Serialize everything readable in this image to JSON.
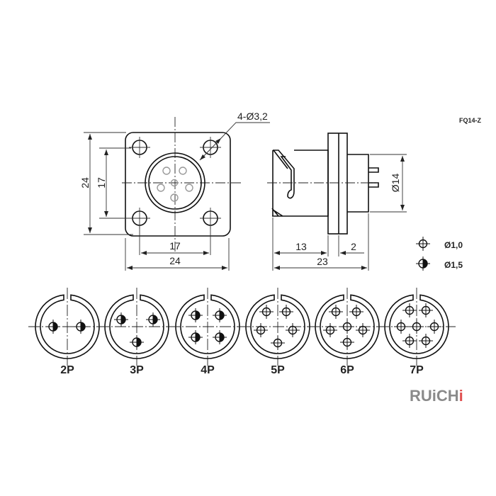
{
  "model_code": "FQ14-Z",
  "front_view": {
    "hole_callout": "4-Ø3,2",
    "dim_outer_vertical": "24",
    "dim_inner_vertical": "17",
    "dim_inner_horizontal": "17",
    "dim_outer_horizontal": "24"
  },
  "side_view": {
    "dim_diameter": "Ø14",
    "dim_front": "13",
    "dim_flange": "2",
    "dim_total": "23"
  },
  "legend": [
    {
      "symbol": "plain-pin-icon",
      "label": "Ø1,0"
    },
    {
      "symbol": "half-filled-pin-icon",
      "label": "Ø1,5"
    }
  ],
  "layouts": [
    {
      "label": "2P",
      "pin_type": "half"
    },
    {
      "label": "3P",
      "pin_type": "half"
    },
    {
      "label": "4P",
      "pin_type": "half"
    },
    {
      "label": "5P",
      "pin_type": "plain"
    },
    {
      "label": "6P",
      "pin_type": "plain"
    },
    {
      "label": "7P",
      "pin_type": "plain"
    }
  ],
  "watermark": "RUiCHi"
}
